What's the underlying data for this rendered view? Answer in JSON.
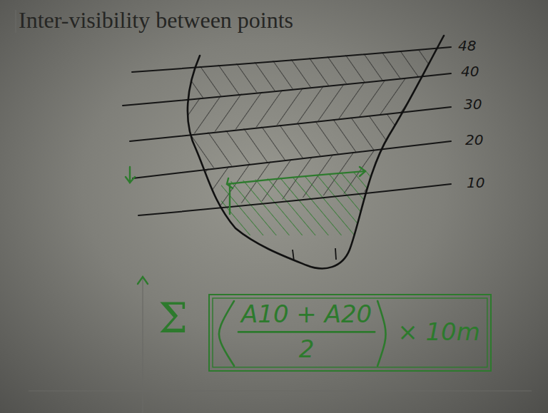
{
  "diagram": {
    "title": "Inter-visibility between points",
    "nodes": [
      {
        "text": [
          "A10 + A20",
          "2",
          "× 10m"
        ]
      }
    ],
    "labels": [
      "48",
      "40",
      "30",
      "20",
      "10",
      "Σ"
    ]
  }
}
